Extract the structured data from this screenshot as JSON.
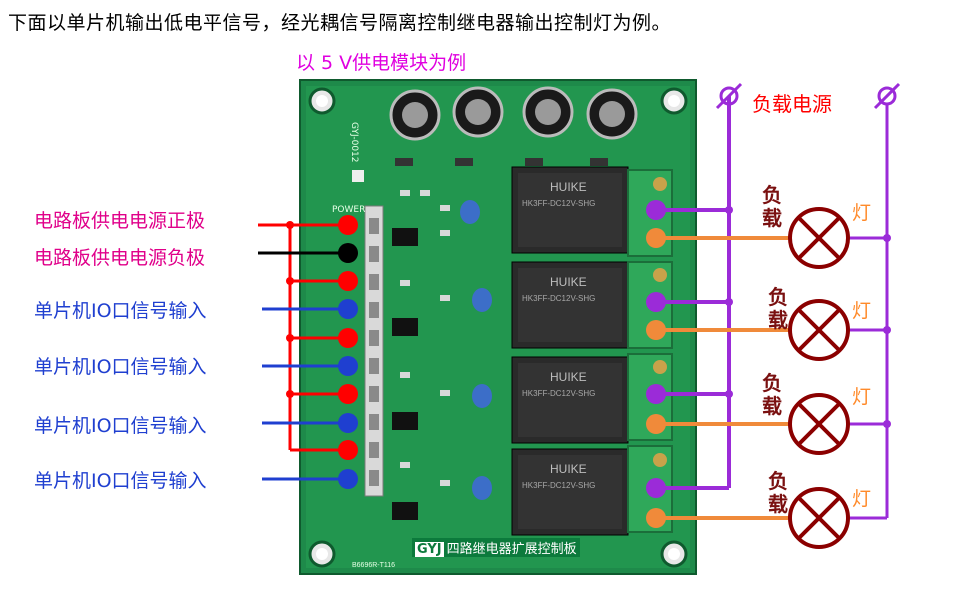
{
  "title": "下面以单片机输出低电平信号，经光耦信号隔离控制继电器输出控制灯为例。",
  "subtitle": "以 5 V供电模块为例",
  "load_power_label": "负载电源",
  "input_labels": [
    {
      "text": "电路板供电电源正极",
      "color": "pink"
    },
    {
      "text": "电路板供电电源负极",
      "color": "pink"
    },
    {
      "text": "单片机IO口信号输入",
      "color": "blue"
    },
    {
      "text": "单片机IO口信号输入",
      "color": "blue"
    },
    {
      "text": "单片机IO口信号输入",
      "color": "blue"
    },
    {
      "text": "单片机IO口信号输入",
      "color": "blue"
    }
  ],
  "load_label": "负载",
  "lamp_label": "灯",
  "board": {
    "logo": "GYJ",
    "name": "四路继电器扩展控制板",
    "model": "GYJ-0012",
    "power_label": "POWER",
    "relay_brand": "HUIKE",
    "relay_model": "HK3FF-DC12V-SHG",
    "bottom_code": "B6696R-T116"
  },
  "colors": {
    "red_wire": "#ff0000",
    "black_wire": "#000000",
    "blue_wire": "#1f3fd0",
    "purple_wire": "#9b2bd8",
    "orange_wire": "#f08a3a",
    "lamp": "#8b0000",
    "board": "#1e8a4a"
  }
}
